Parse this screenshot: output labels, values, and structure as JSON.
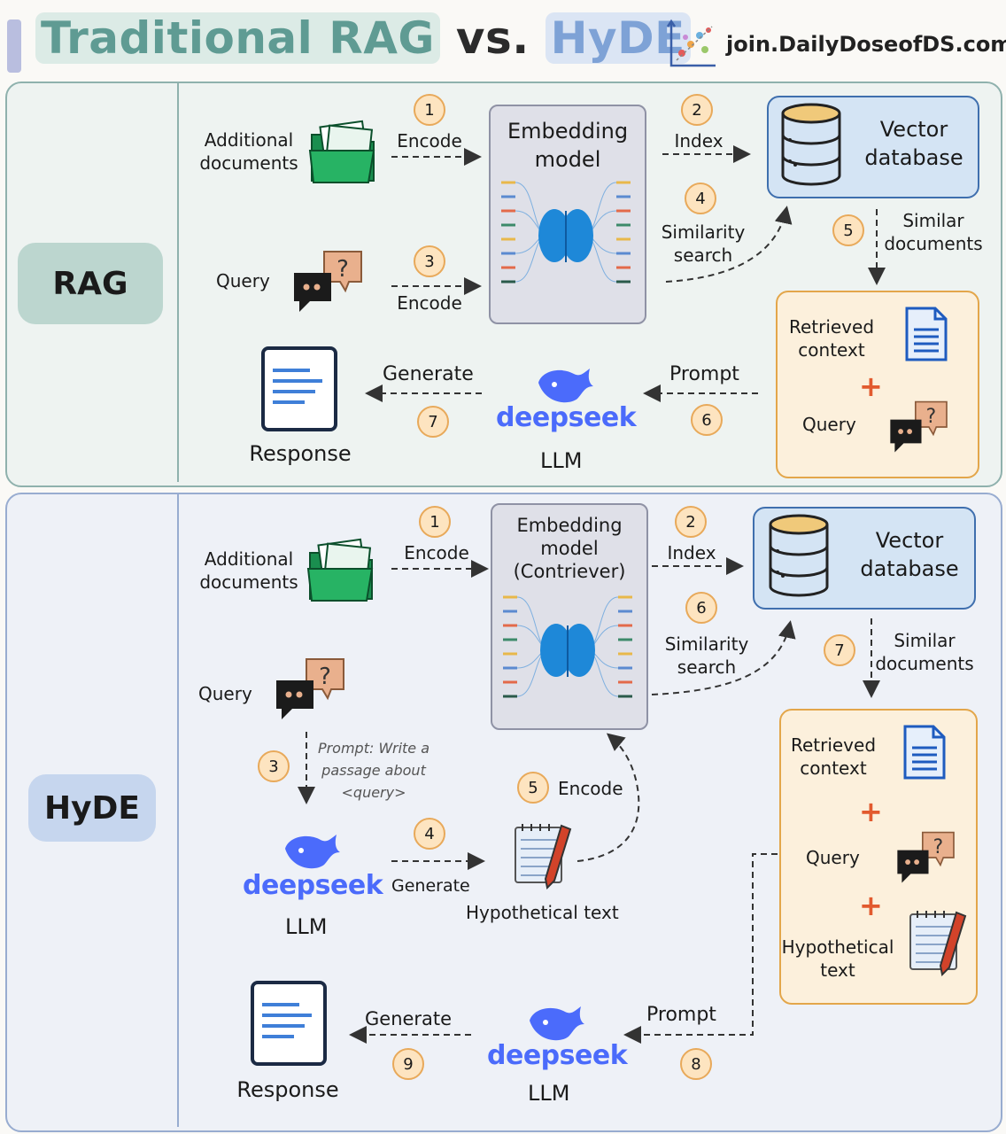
{
  "title": {
    "part1": "Traditional RAG",
    "part2": "vs.",
    "part3": "HyDE"
  },
  "site": "join.DailyDoseofDS.com",
  "colors": {
    "rag_panel": "#eef3f1",
    "hyde_panel": "#eef1f7",
    "badge": "#fde4c0",
    "deepseek": "#4b6bfb",
    "plus": "#e25a2e"
  },
  "rag": {
    "label": "RAG",
    "additional_documents": "Additional\ndocuments",
    "query": "Query",
    "embedding_model": "Embedding\nmodel",
    "vector_database": "Vector\ndatabase",
    "encode1": "Encode",
    "encode3": "Encode",
    "index": "Index",
    "similarity_search": "Similarity\nsearch",
    "similar_documents": "Similar\ndocuments",
    "retrieved_context": "Retrieved\ncontext",
    "context_query": "Query",
    "prompt": "Prompt",
    "generate": "Generate",
    "llm_brand": "deepseek",
    "llm": "LLM",
    "response": "Response",
    "steps": [
      "1",
      "2",
      "3",
      "4",
      "5",
      "6",
      "7"
    ]
  },
  "hyde": {
    "label": "HyDE",
    "additional_documents": "Additional\ndocuments",
    "query": "Query",
    "embedding_model": "Embedding\nmodel\n(Contriever)",
    "vector_database": "Vector\ndatabase",
    "encode1": "Encode",
    "index": "Index",
    "similarity_search": "Similarity\nsearch",
    "similar_documents": "Similar\ndocuments",
    "prompt_note": "Prompt: Write a\npassage about\n<query>",
    "generate4": "Generate",
    "encode5": "Encode",
    "hypothetical_text": "Hypothetical text",
    "retrieved_context": "Retrieved\ncontext",
    "context_query": "Query",
    "context_hypothetical": "Hypothetical\ntext",
    "prompt": "Prompt",
    "generate9": "Generate",
    "llm_brand": "deepseek",
    "llm": "LLM",
    "response": "Response",
    "steps": [
      "1",
      "2",
      "3",
      "4",
      "5",
      "6",
      "7",
      "8",
      "9"
    ]
  }
}
